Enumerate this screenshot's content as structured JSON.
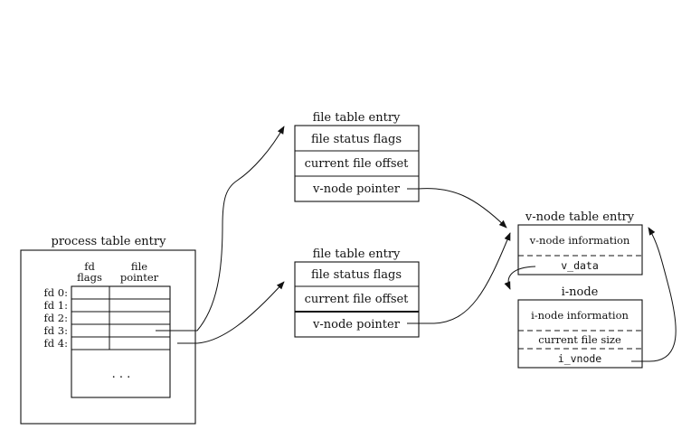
{
  "process_table": {
    "title": "process table entry",
    "col_fd_flags": [
      "fd",
      "flags"
    ],
    "col_file_pointer": [
      "file",
      "pointer"
    ],
    "rows": [
      "fd 0:",
      "fd 1:",
      "fd 2:",
      "fd 3:",
      "fd 4:"
    ],
    "ellipsis": ". . ."
  },
  "file_tables": [
    {
      "title": "file table entry",
      "fields": [
        "file status flags",
        "current file offset",
        "v-node pointer"
      ]
    },
    {
      "title": "file table entry",
      "fields": [
        "file status flags",
        "current file offset",
        "v-node pointer"
      ]
    }
  ],
  "vnode_table": {
    "title": "v-node table entry",
    "fields": [
      "v-node information",
      "v_data"
    ]
  },
  "inode": {
    "title": "i-node",
    "fields": [
      "i-node information",
      "current file size",
      "i_vnode"
    ]
  }
}
